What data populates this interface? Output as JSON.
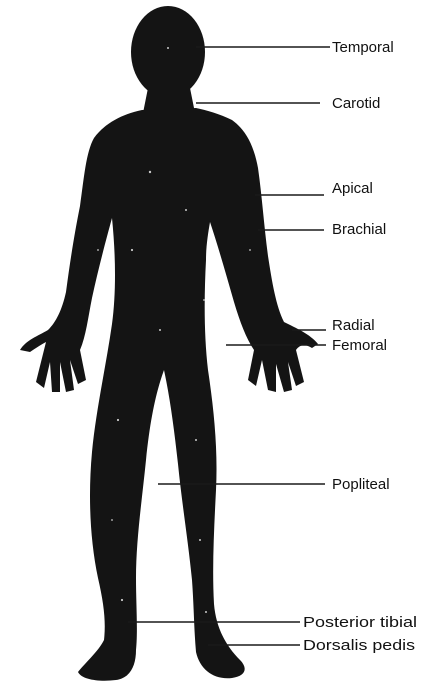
{
  "pulse_sites": [
    {
      "id": "temporal",
      "label": "Temporal"
    },
    {
      "id": "carotid",
      "label": "Carotid"
    },
    {
      "id": "apical",
      "label": "Apical"
    },
    {
      "id": "brachial",
      "label": "Brachial"
    },
    {
      "id": "radial",
      "label": "Radial"
    },
    {
      "id": "femoral",
      "label": "Femoral"
    },
    {
      "id": "popliteal",
      "label": "Popliteal"
    },
    {
      "id": "posterior_tibial",
      "label": "Posterior tibial"
    },
    {
      "id": "dorsalis_pedis",
      "label": "Dorsalis pedis"
    }
  ],
  "colors": {
    "figure": "#141414",
    "leader_line": "#1a1a1a",
    "label_text": "#111111",
    "background": "#ffffff"
  }
}
